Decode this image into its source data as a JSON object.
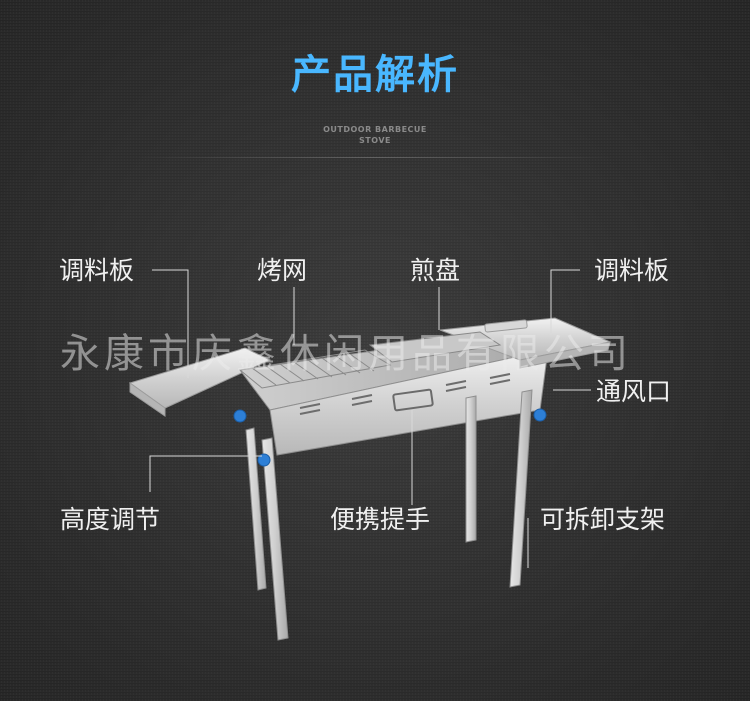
{
  "header": {
    "title": "产品解析",
    "subtitle_line1": "OUTDOOR BARBECUE",
    "subtitle_line2": "STOVE"
  },
  "labels": {
    "seasoning_board_left": "调料板",
    "grill_net": "烤网",
    "frying_pan": "煎盘",
    "seasoning_board_right": "调料板",
    "air_vent": "通风口",
    "height_adjust": "高度调节",
    "portable_handle": "便携提手",
    "detachable_stand": "可拆卸支架"
  },
  "watermark": {
    "text": "永康市庆鑫休闲用品有限公司"
  },
  "colors": {
    "title": "#49b7ff",
    "background": "#2b2b2b",
    "label": "#f0f0f0"
  }
}
